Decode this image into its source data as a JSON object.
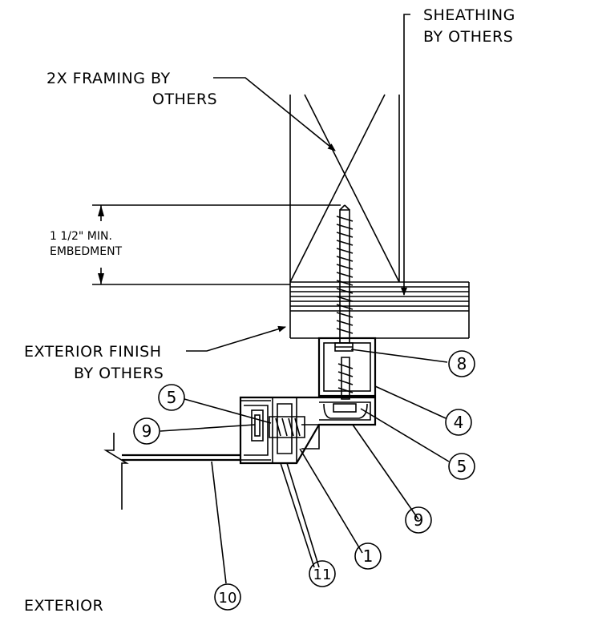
{
  "labels": {
    "sheathing_1": "SHEATHING",
    "sheathing_2": "BY  OTHERS",
    "framing_1": "2X  FRAMING  BY",
    "framing_2": "OTHERS",
    "embed_1": "1  1/2\"  MIN.",
    "embed_2": "EMBEDMENT",
    "finish_1": "EXTERIOR  FINISH",
    "finish_2": "BY  OTHERS",
    "exterior": "EXTERIOR"
  },
  "callouts": {
    "c8": "8",
    "c5a": "5",
    "c9a": "9",
    "c4": "4",
    "c5b": "5",
    "c9b": "9",
    "c1": "1",
    "c11": "11",
    "c10": "10"
  }
}
